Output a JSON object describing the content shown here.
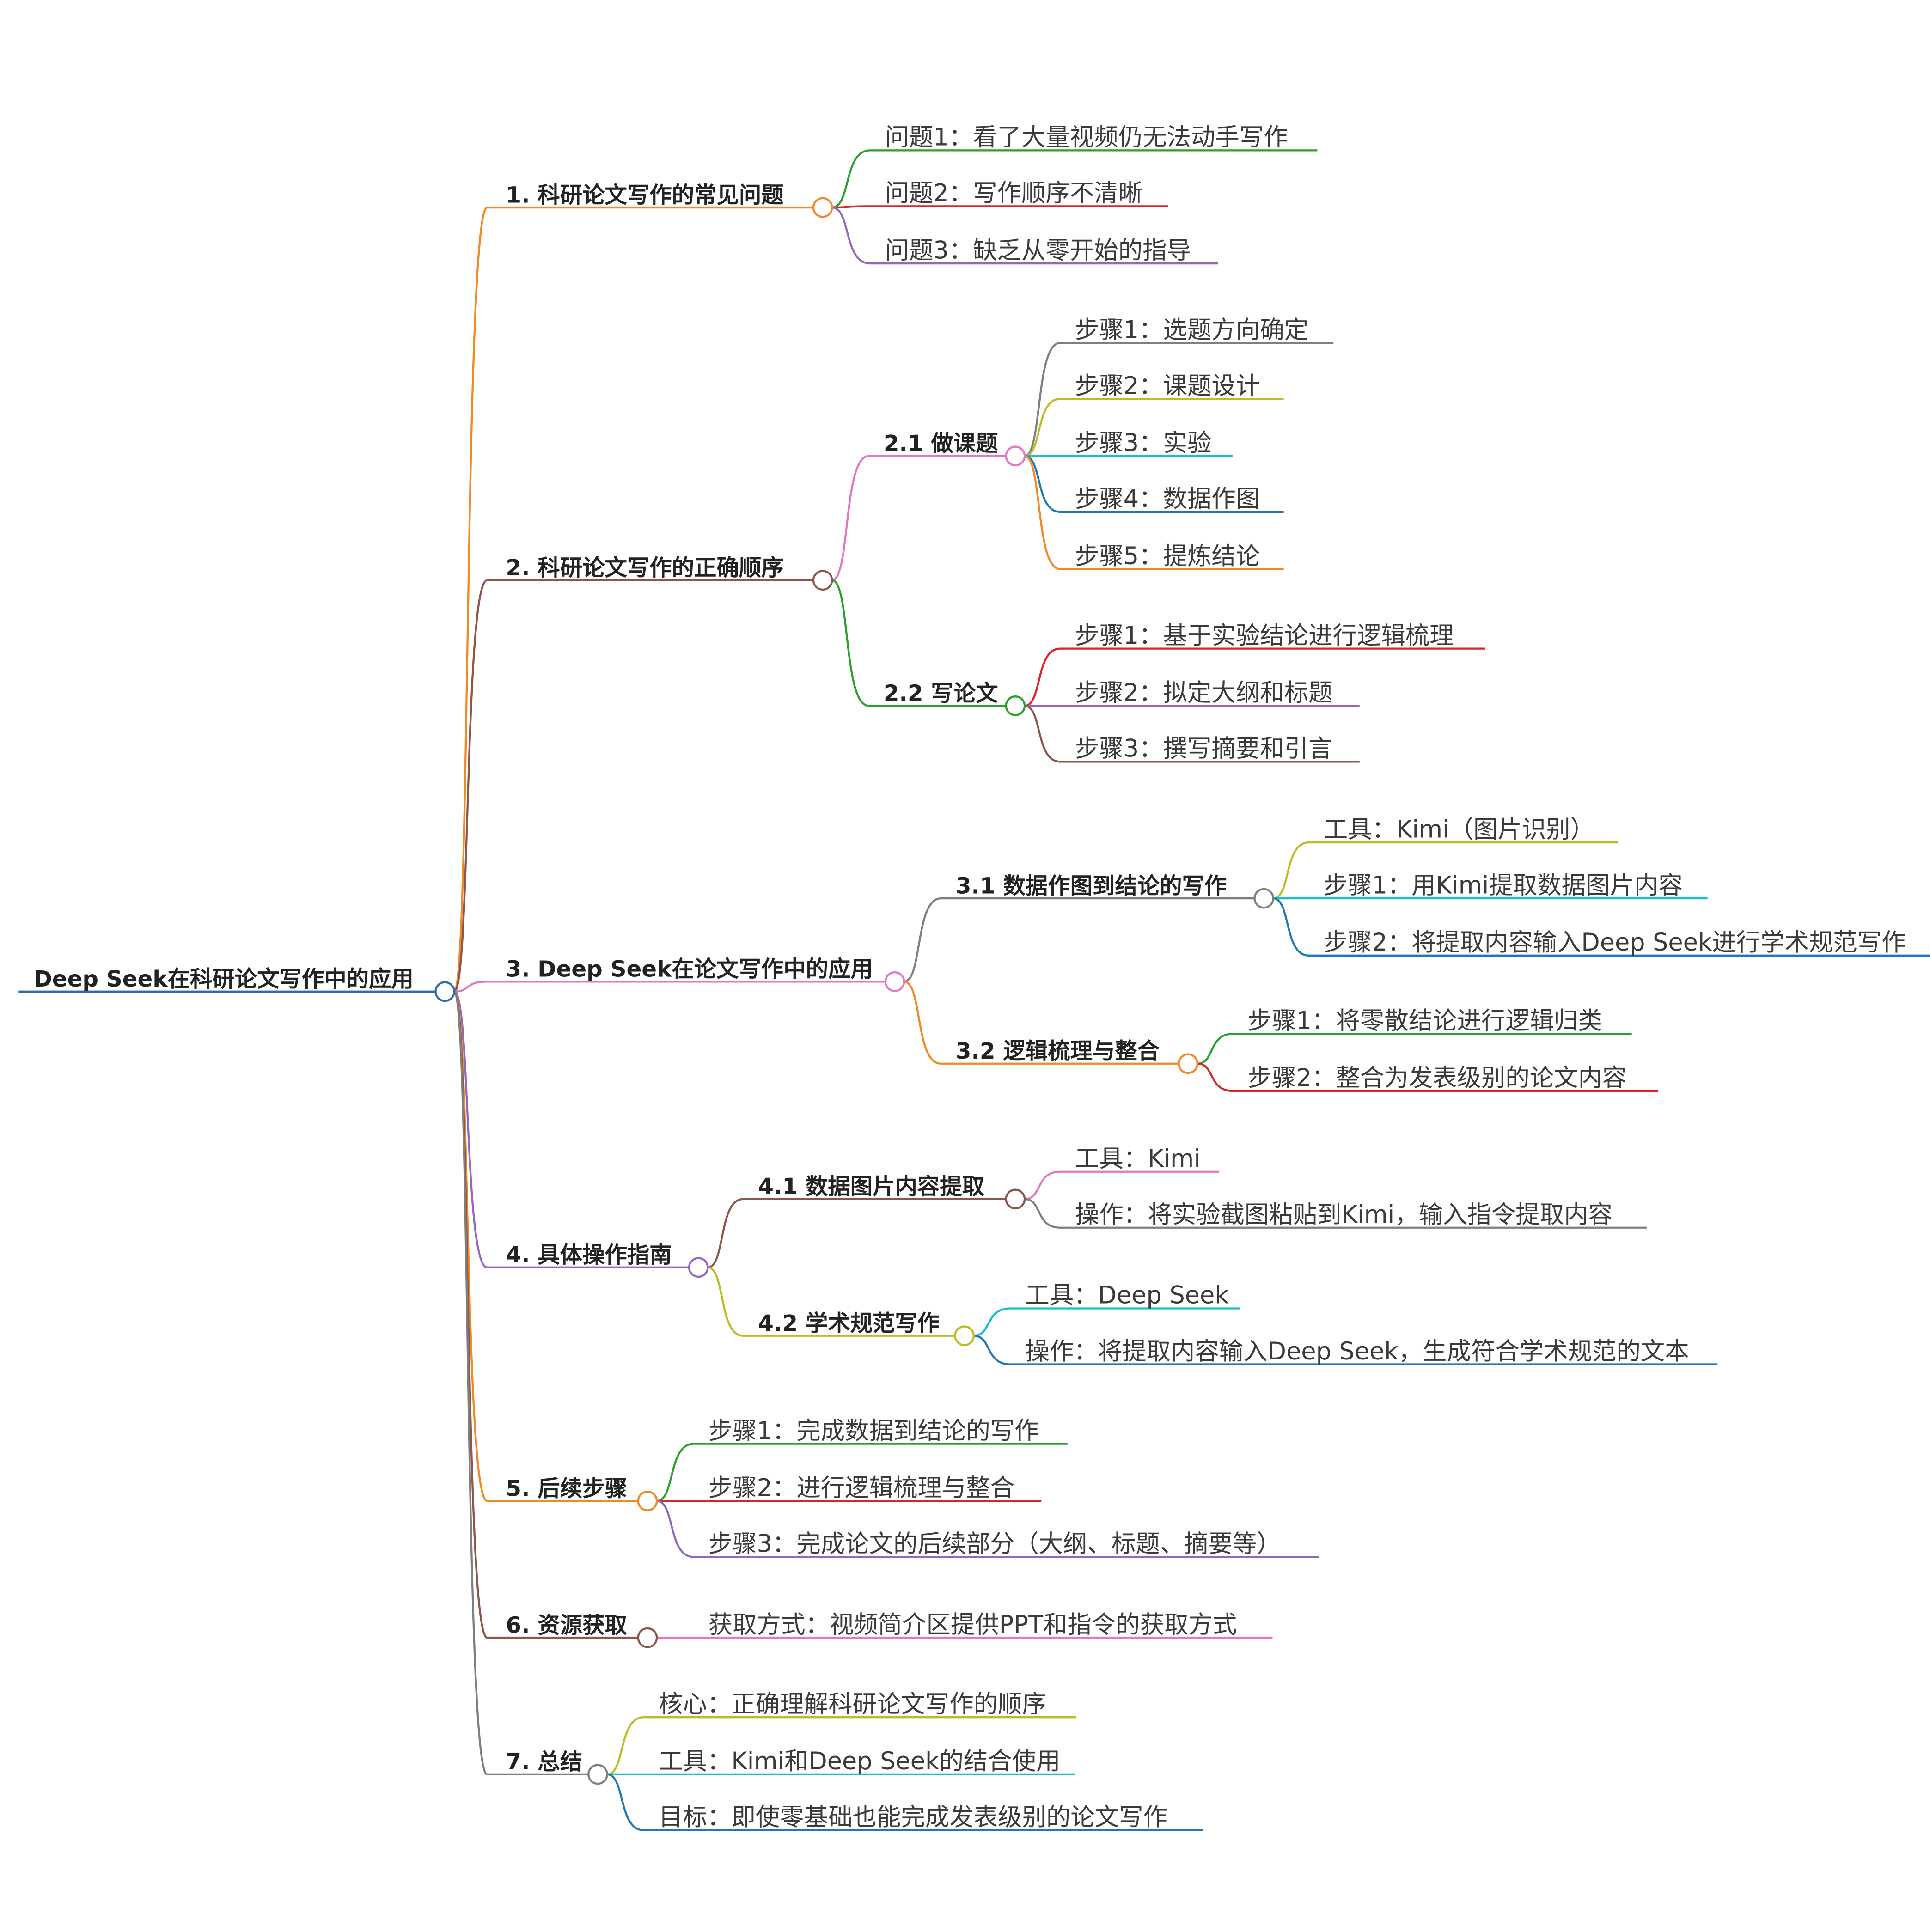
{
  "root": {
    "label": "Deep Seek在科研论文写作中的应用",
    "color": "#2b6cb0"
  },
  "branches": [
    {
      "label": "1. 科研论文写作的常见问题",
      "color": "#f08a24",
      "children": [
        {
          "label": "问题1：看了大量视频仍无法动手写作",
          "color": "#2ca02c"
        },
        {
          "label": "问题2：写作顺序不清晰",
          "color": "#d62728"
        },
        {
          "label": "问题3：缺乏从零开始的指导",
          "color": "#9467bd"
        }
      ]
    },
    {
      "label": "2. 科研论文写作的正确顺序",
      "color": "#8c564b",
      "children": [
        {
          "label": "2.1 做课题",
          "color": "#e377c2",
          "children": [
            {
              "label": "步骤1：选题方向确定",
              "color": "#7f7f7f"
            },
            {
              "label": "步骤2：课题设计",
              "color": "#bcbd22"
            },
            {
              "label": "步骤3：实验",
              "color": "#17becf"
            },
            {
              "label": "步骤4：数据作图",
              "color": "#1f77b4"
            },
            {
              "label": "步骤5：提炼结论",
              "color": "#f08a24"
            }
          ]
        },
        {
          "label": "2.2 写论文",
          "color": "#2ca02c",
          "children": [
            {
              "label": "步骤1：基于实验结论进行逻辑梳理",
              "color": "#d62728"
            },
            {
              "label": "步骤2：拟定大纲和标题",
              "color": "#9467bd"
            },
            {
              "label": "步骤3：撰写摘要和引言",
              "color": "#8c564b"
            }
          ]
        }
      ]
    },
    {
      "label": "3. Deep Seek在论文写作中的应用",
      "color": "#e377c2",
      "children": [
        {
          "label": "3.1 数据作图到结论的写作",
          "color": "#7f7f7f",
          "children": [
            {
              "label": "工具：Kimi（图片识别）",
              "color": "#bcbd22"
            },
            {
              "label": "步骤1：用Kimi提取数据图片内容",
              "color": "#17becf"
            },
            {
              "label": "步骤2：将提取内容输入Deep Seek进行学术规范写作",
              "color": "#1f77b4"
            }
          ]
        },
        {
          "label": "3.2 逻辑梳理与整合",
          "color": "#f08a24",
          "children": [
            {
              "label": "步骤1：将零散结论进行逻辑归类",
              "color": "#2ca02c"
            },
            {
              "label": "步骤2：整合为发表级别的论文内容",
              "color": "#d62728"
            }
          ]
        }
      ]
    },
    {
      "label": "4. 具体操作指南",
      "color": "#9467bd",
      "children": [
        {
          "label": "4.1 数据图片内容提取",
          "color": "#8c564b",
          "children": [
            {
              "label": "工具：Kimi",
              "color": "#e377c2"
            },
            {
              "label": "操作：将实验截图粘贴到Kimi，输入指令提取内容",
              "color": "#7f7f7f"
            }
          ]
        },
        {
          "label": "4.2 学术规范写作",
          "color": "#bcbd22",
          "children": [
            {
              "label": "工具：Deep Seek",
              "color": "#17becf"
            },
            {
              "label": "操作：将提取内容输入Deep Seek，生成符合学术规范的文本",
              "color": "#1f77b4"
            }
          ]
        }
      ]
    },
    {
      "label": "5. 后续步骤",
      "color": "#f08a24",
      "children": [
        {
          "label": "步骤1：完成数据到结论的写作",
          "color": "#2ca02c"
        },
        {
          "label": "步骤2：进行逻辑梳理与整合",
          "color": "#d62728"
        },
        {
          "label": "步骤3：完成论文的后续部分（大纲、标题、摘要等）",
          "color": "#9467bd"
        }
      ]
    },
    {
      "label": "6. 资源获取",
      "color": "#8c564b",
      "children": [
        {
          "label": "获取方式：视频简介区提供PPT和指令的获取方式",
          "color": "#e377c2"
        }
      ]
    },
    {
      "label": "7. 总结",
      "color": "#7f7f7f",
      "children": [
        {
          "label": "核心：正确理解科研论文写作的顺序",
          "color": "#bcbd22"
        },
        {
          "label": "工具：Kimi和Deep Seek的结合使用",
          "color": "#17becf"
        },
        {
          "label": "目标：即使零基础也能完成发表级别的论文写作",
          "color": "#1f77b4"
        }
      ]
    }
  ]
}
